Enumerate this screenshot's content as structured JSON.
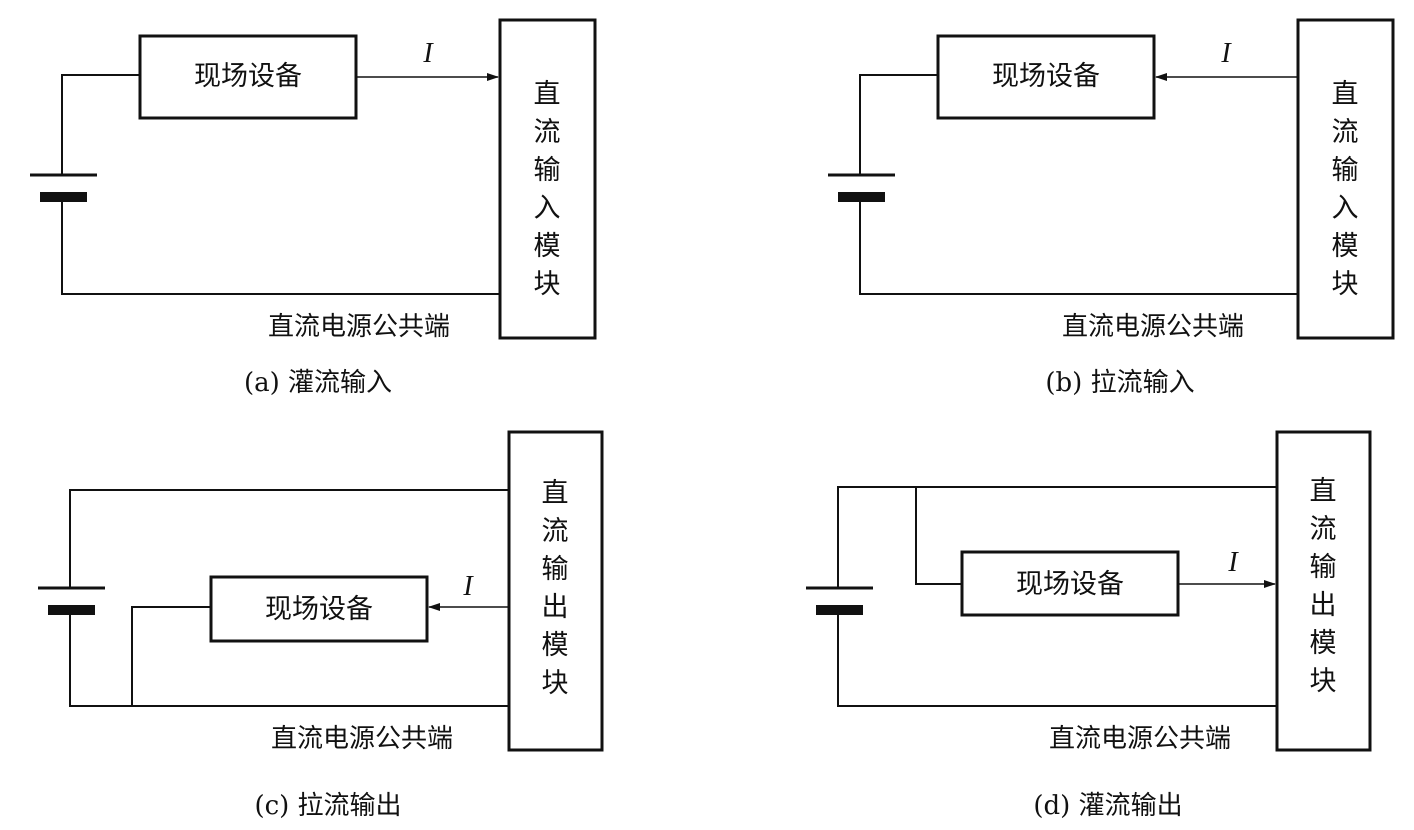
{
  "panels": [
    {
      "device": "现场设备",
      "current": "I",
      "module": [
        "直",
        "流",
        "输",
        "入",
        "模",
        "块"
      ],
      "common": "直流电源公共端",
      "caption": "(a) 灌流输入"
    },
    {
      "device": "现场设备",
      "current": "I",
      "module": [
        "直",
        "流",
        "输",
        "入",
        "模",
        "块"
      ],
      "common": "直流电源公共端",
      "caption": "(b) 拉流输入"
    },
    {
      "device": "现场设备",
      "current": "I",
      "module": [
        "直",
        "流",
        "输",
        "出",
        "模",
        "块"
      ],
      "common": "直流电源公共端",
      "caption": "(c) 拉流输出"
    },
    {
      "device": "现场设备",
      "current": "I",
      "module": [
        "直",
        "流",
        "输",
        "出",
        "模",
        "块"
      ],
      "common": "直流电源公共端",
      "caption": "(d) 灌流输出"
    }
  ]
}
